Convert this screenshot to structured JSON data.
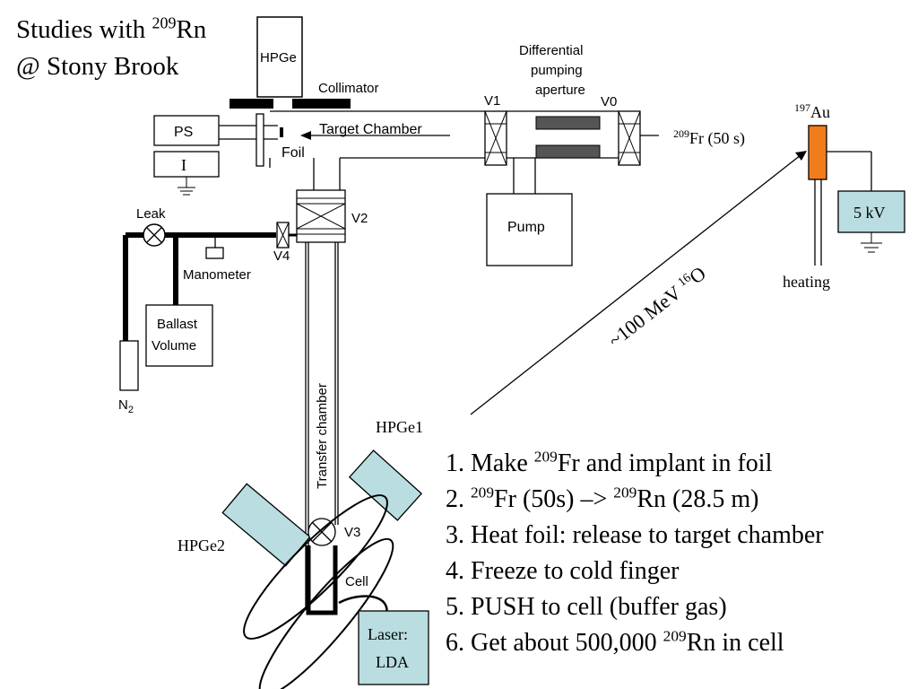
{
  "title": {
    "line1_prefix": "Studies with ",
    "line1_sup": "209",
    "line1_suffix": "Rn",
    "line2": "@ Stony Brook"
  },
  "labels": {
    "hpge": "HPGe",
    "collimator": "Collimator",
    "differential1": "Differential",
    "differential2": "pumping",
    "differential3": "aperture",
    "v1": "V1",
    "v0": "V0",
    "ps": "PS",
    "current": "I",
    "target_chamber": "Target Chamber",
    "foil": "Foil",
    "fr_beam_sup": "209",
    "fr_beam_text": "Fr (50 s)",
    "au_sup": "197",
    "au_text": "Au",
    "voltage": "5 kV",
    "heating": "heating",
    "pump": "Pump",
    "leak": "Leak",
    "v2": "V2",
    "v4": "V4",
    "manometer": "Manometer",
    "ballast1": "Ballast",
    "ballast2": "Volume",
    "n2": "N",
    "n2_sub": "2",
    "beam_energy": "~100 MeV ",
    "beam_sup": "16",
    "beam_ion": "O",
    "transfer_chamber": "Transfer chamber",
    "hpge1": "HPGe1",
    "hpge2": "HPGe2",
    "v3": "V3",
    "cell": "Cell",
    "laser1": "Laser:",
    "laser2": "LDA"
  },
  "steps": [
    {
      "pre": "1. Make ",
      "s1": "209",
      "mid": "Fr and implant in foil",
      "s2": "",
      "post": ""
    },
    {
      "pre": "2. ",
      "s1": "209",
      "mid": "Fr (50s)  –> ",
      "s2": "209",
      "post": "Rn (28.5 m)"
    },
    {
      "pre": "3. Heat foil: release to target chamber",
      "s1": "",
      "mid": "",
      "s2": "",
      "post": ""
    },
    {
      "pre": "4. Freeze to cold finger",
      "s1": "",
      "mid": "",
      "s2": "",
      "post": ""
    },
    {
      "pre": "5. PUSH to cell (buffer gas)",
      "s1": "",
      "mid": "",
      "s2": "",
      "post": ""
    },
    {
      "pre": "6. Get about 500,000 ",
      "s1": "209",
      "mid": "Rn in cell",
      "s2": "",
      "post": ""
    }
  ],
  "colors": {
    "detector_fill": "#b9dde0",
    "au_target": "#f07c1e",
    "line": "#000000",
    "valve_fill": "#ffffff",
    "aperture_fill": "#555555"
  }
}
